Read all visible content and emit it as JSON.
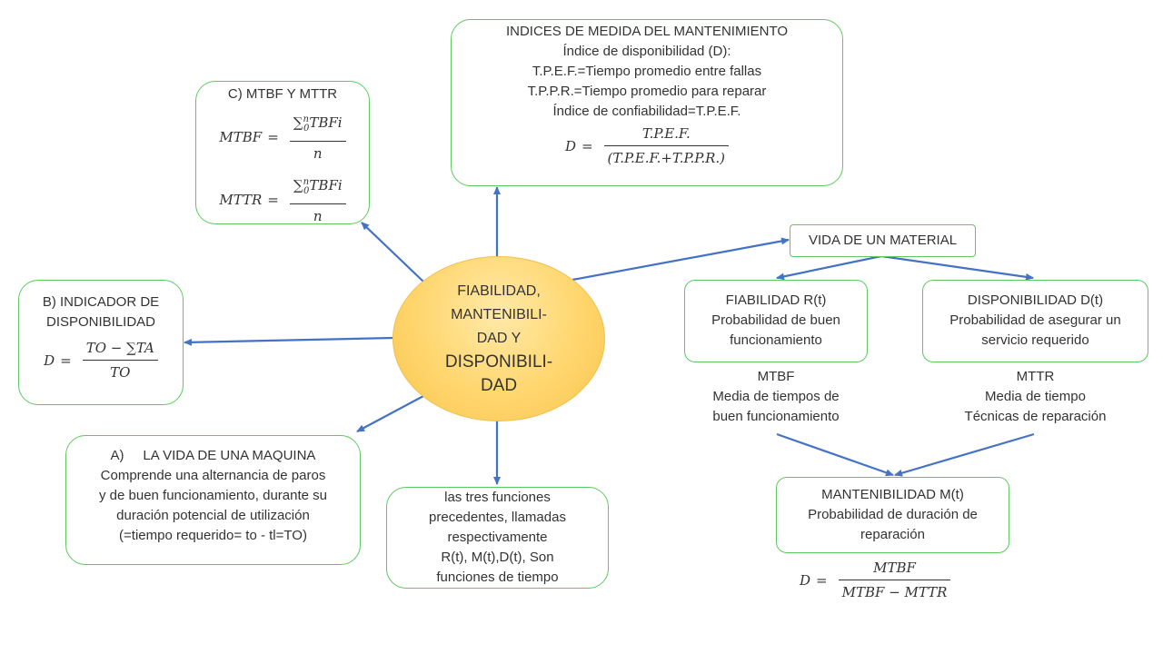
{
  "center": {
    "lines_small": [
      "FIABILIDAD,",
      "MANTENIBILI-",
      "DAD Y"
    ],
    "lines_big": [
      "DISPONIBILI-",
      "DAD"
    ]
  },
  "indices": {
    "lines": [
      "INDICES DE MEDIDA DEL MANTENIMIENTO",
      "Índice de disponibilidad (D):",
      "T.P.E.F.=Tiempo promedio entre fallas",
      "T.P.P.R.=Tiempo promedio para reparar",
      "Índice de confiabilidad=T.P.E.F."
    ],
    "formula": {
      "lhs": "D",
      "num": "T.P.E.F.",
      "den": "(T.P.E.F.+T.P.P.R.)"
    }
  },
  "mtbf_mttr": {
    "title": "C) MTBF Y MTTR",
    "f1": {
      "lhs": "MTBF",
      "sum": "∑",
      "sup": "n",
      "sub": "0",
      "num_rest": "TBFi",
      "den": "n"
    },
    "f2": {
      "lhs": "MTTR",
      "sum": "∑",
      "sup": "n",
      "sub": "0",
      "num_rest": "TBFi",
      "den": "n"
    }
  },
  "indicador": {
    "lines": [
      "B) INDICADOR DE",
      "DISPONIBILIDAD"
    ],
    "formula": {
      "lhs": "D",
      "num": "TO − ∑TA",
      "den": "TO"
    }
  },
  "vida_maquina": {
    "lines": [
      "A)     LA VIDA DE UNA MAQUINA",
      "Comprende una alternancia de paros",
      "y de buen funcionamiento, durante su",
      "duración potencial de utilización",
      "(=tiempo requerido= to - tl=TO)"
    ]
  },
  "tres_funciones": {
    "lines": [
      "las tres funciones",
      "precedentes, llamadas",
      "respectivamente",
      "R(t), M(t),D(t), Son",
      "funciones de tiempo"
    ]
  },
  "vida_material": {
    "label": "VIDA DE UN MATERIAL"
  },
  "fiabilidad": {
    "lines": [
      "FIABILIDAD R(t)",
      "Probabilidad de buen",
      "funcionamiento"
    ]
  },
  "disponibilidad": {
    "lines": [
      "DISPONIBILIDAD D(t)",
      "Probabilidad de asegurar un",
      "servicio requerido"
    ]
  },
  "mtbf_note": {
    "lines": [
      "MTBF",
      "Media de tiempos de",
      "buen funcionamiento"
    ]
  },
  "mttr_note": {
    "lines": [
      "MTTR",
      "Media de tiempo",
      "Técnicas de reparación"
    ]
  },
  "mantenibilidad": {
    "lines": [
      "MANTENIBILIDAD M(t)",
      "Probabilidad de duración de",
      "reparación"
    ]
  },
  "final_formula": {
    "lhs": "D",
    "num": "MTBF",
    "den": "MTBF − MTTR"
  },
  "colors": {
    "box_border": "#5ec95e",
    "arrow": "#4472c4",
    "center_fill": "#ffd66e"
  }
}
